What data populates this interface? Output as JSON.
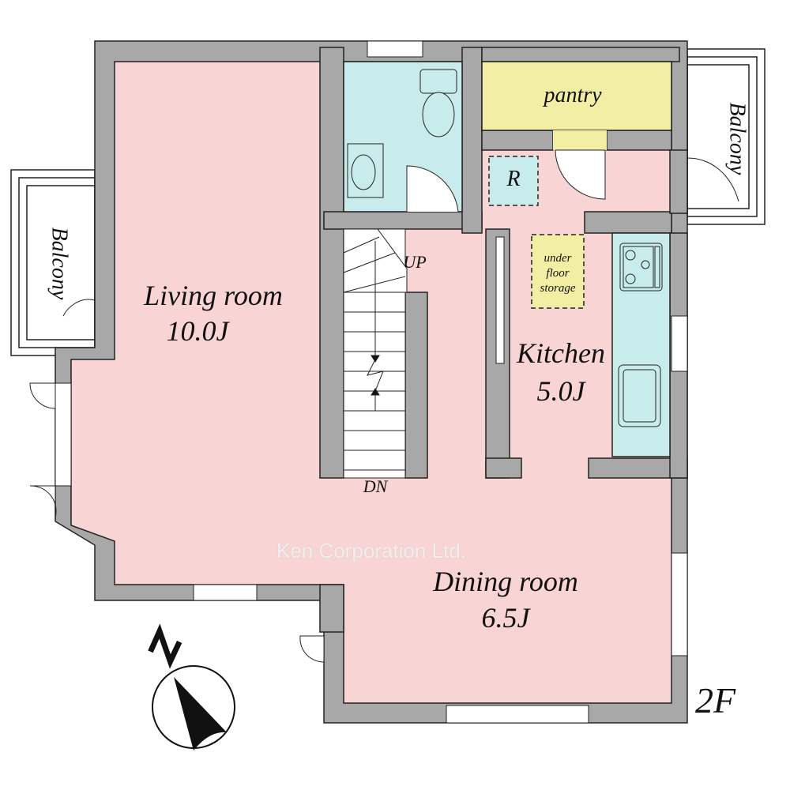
{
  "floor": "2F",
  "rooms": {
    "living": {
      "name": "Living room",
      "size": "10.0J"
    },
    "dining": {
      "name": "Dining room",
      "size": "6.5J"
    },
    "kitchen": {
      "name": "Kitchen",
      "size": "5.0J"
    },
    "pantry": {
      "name": "pantry"
    },
    "refrigerator": {
      "name": "R"
    },
    "under_floor": {
      "line1": "under",
      "line2": "floor",
      "line3": "storage"
    },
    "balcony_left": {
      "name": "Balcony"
    },
    "balcony_right": {
      "name": "Balcony"
    }
  },
  "stairs": {
    "up": "UP",
    "down": "DN"
  },
  "compass": {
    "label": "N"
  },
  "watermark": "Ken Corporation Ltd.",
  "colors": {
    "wall": "#a8a8a8",
    "living": "#f9d4d4",
    "wet": "#c8ecec",
    "pantry": "#f2eea4"
  }
}
